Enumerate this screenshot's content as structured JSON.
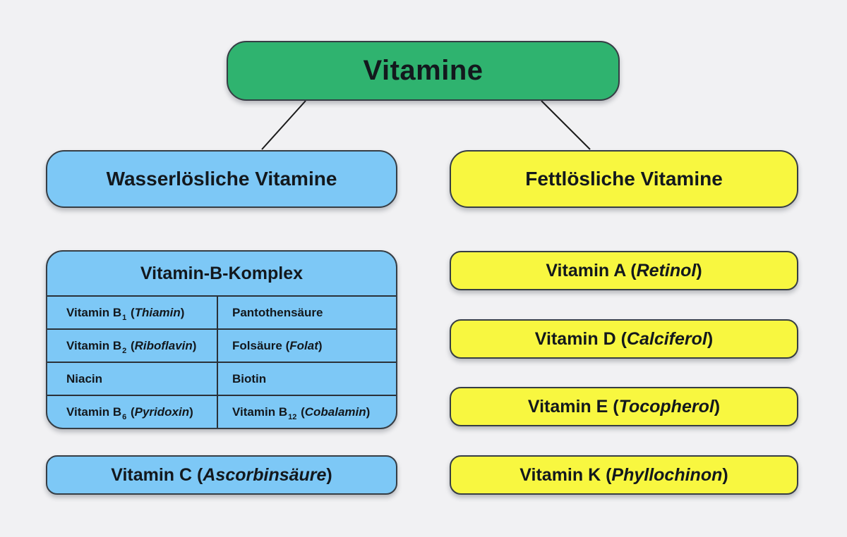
{
  "colors": {
    "bg": "#f1f1f3",
    "green": "#2fb36f",
    "blue": "#7dc8f6",
    "yellow": "#f8f740",
    "border": "#363d44",
    "divider": "#2a3138",
    "text": "#13181d",
    "line": "#1b1b1b"
  },
  "root": {
    "label": "Vitamine"
  },
  "branches": {
    "left": {
      "header": "Wasserlösliche Vitamine",
      "b_komplex": {
        "title": "Vitamin-B-Komplex",
        "rows": [
          {
            "cells": [
              {
                "prefix": "Vitamin B",
                "sub": "1",
                "mid": " (",
                "italic": "Thiamin",
                "suffix": ")"
              },
              {
                "prefix": "Pantothensäure"
              }
            ]
          },
          {
            "cells": [
              {
                "prefix": "Vitamin B",
                "sub": "2",
                "mid": " (",
                "italic": "Riboflavin",
                "suffix": ")"
              },
              {
                "prefix": "Folsäure",
                "mid": " (",
                "italic": "Folat",
                "suffix": ")"
              }
            ]
          },
          {
            "cells": [
              {
                "prefix": "Niacin"
              },
              {
                "prefix": "Biotin"
              }
            ]
          },
          {
            "cells": [
              {
                "prefix": "Vitamin B",
                "sub": "6",
                "mid": " (",
                "italic": "Pyridoxin",
                "suffix": ")"
              },
              {
                "prefix": "Vitamin B",
                "sub": "12",
                "mid": " (",
                "italic": "Cobalamin",
                "suffix": ")"
              }
            ]
          }
        ]
      },
      "vitamin_c": {
        "prefix": "Vitamin C",
        "mid": " (",
        "italic": "Ascorbinsäure",
        "suffix": ")"
      }
    },
    "right": {
      "header": "Fettlösliche Vitamine",
      "items": [
        {
          "prefix": "Vitamin A",
          "mid": " (",
          "italic": "Retinol",
          "suffix": ")"
        },
        {
          "prefix": "Vitamin D",
          "mid": " (",
          "italic": "Calciferol",
          "suffix": ")"
        },
        {
          "prefix": "Vitamin E",
          "mid": " (",
          "italic": "Tocopherol",
          "suffix": ")"
        },
        {
          "prefix": "Vitamin K",
          "mid": " (",
          "italic": "Phyllochinon",
          "suffix": ")"
        }
      ]
    }
  }
}
